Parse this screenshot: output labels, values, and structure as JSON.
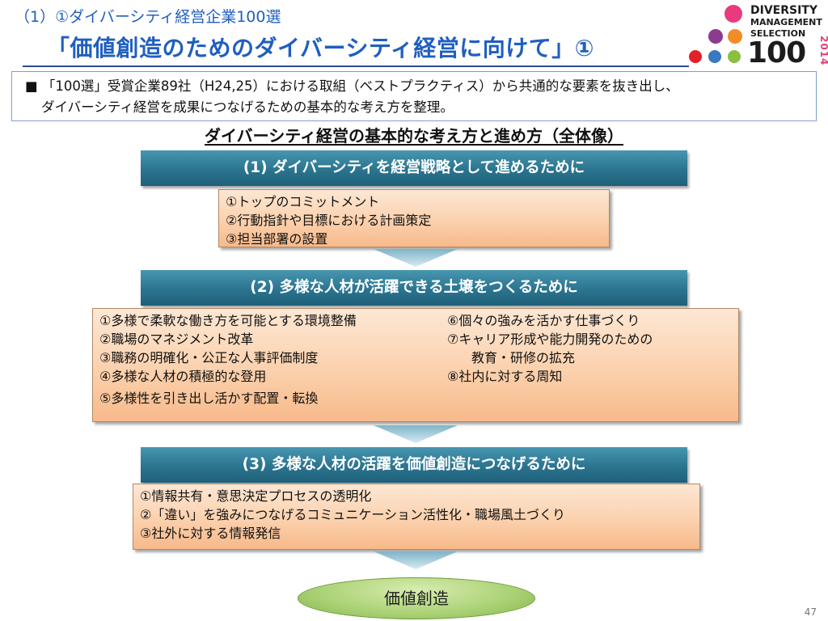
{
  "header": {
    "subtitle": "（1）①ダイバーシティ経営企業100選",
    "title": "「価値創造のためのダイバーシティ経営に向けて」①"
  },
  "logo": {
    "line1": "DIVERSITY",
    "line2": "MANAGEMENT",
    "line3": "SELECTION",
    "number": "100",
    "year": "2014",
    "dot_colors": [
      "#e83a7c",
      "#8a3c8f",
      "#f28c28",
      "#e2202a",
      "#3a78c1",
      "#8bbf3f"
    ]
  },
  "intro": {
    "line1": "■ 「100選」受賞企業89社（H24,25）における取組（ベストプラクティス）から共通的な要素を抜き出し、",
    "line2": "ダイバーシティ経営を成果につなげるための基本的な考え方を整理。"
  },
  "overall_title": "ダイバーシティ経営の基本的な考え方と進め方（全体像）",
  "section1": {
    "header": "(1) ダイバーシティを経営戦略として進めるために",
    "items": [
      "①トップのコミットメント",
      "②行動指針や目標における計画策定",
      "③担当部署の設置"
    ]
  },
  "section2": {
    "header": "(2) 多様な人材が活躍できる土壌をつくるために",
    "col1": [
      "①多様で柔軟な働き方を可能とする環境整備",
      "②職場のマネジメント改革",
      "③職務の明確化・公正な人事評価制度",
      "④多様な人材の積極的な登用",
      "⑤多様性を引き出し活かす配置・転換"
    ],
    "col2": [
      "⑥個々の強みを活かす仕事づくり",
      "⑦キャリア形成や能力開発のための",
      "教育・研修の拡充",
      "⑧社内に対する周知"
    ]
  },
  "section3": {
    "header": "(3) 多様な人材の活躍を価値創造につなげるために",
    "items": [
      "①情報共有・意思決定プロセスの透明化",
      "②「違い」を強みにつなげるコミュニケーション活性化・職場風土づくり",
      "③社外に対する情報発信"
    ]
  },
  "result": "価値創造",
  "page_number": "47"
}
